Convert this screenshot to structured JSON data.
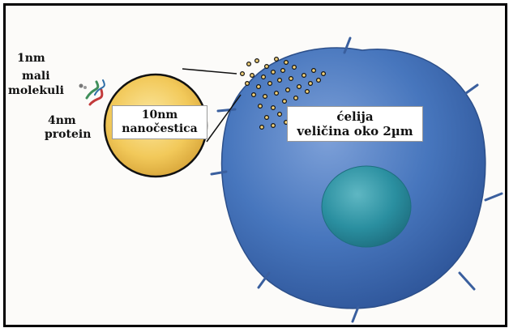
{
  "labels": {
    "small_molecules_size": "1nm",
    "small_molecules_line1": "mali",
    "small_molecules_line2": "molekuli",
    "protein_size": "4nm",
    "protein_name": "protein",
    "nanoparticle_size": "10nm",
    "nanoparticle_name": "nanočestica",
    "cell_name": "ćelija",
    "cell_size": "veličina oko 2µm"
  },
  "colors": {
    "nanoparticle": "#f2c95a",
    "cell": "#3f70b8",
    "nucleus": "#2a8fa0",
    "border": "#000000"
  }
}
